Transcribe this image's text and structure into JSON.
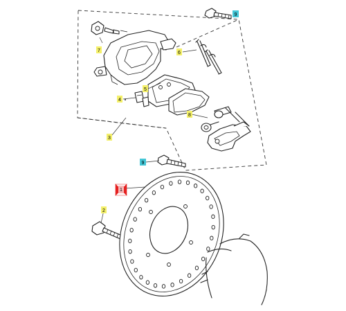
{
  "callouts": [
    {
      "id": "c1",
      "label": "1",
      "color": "#f8b8b8"
    },
    {
      "id": "c2",
      "label": "2",
      "color": "#f4f06a"
    },
    {
      "id": "c3",
      "label": "3",
      "color": "#f4f06a"
    },
    {
      "id": "c4",
      "label": "4",
      "color": "#f4f06a"
    },
    {
      "id": "c5",
      "label": "5",
      "color": "#f4f06a"
    },
    {
      "id": "c6",
      "label": "6",
      "color": "#f4f06a"
    },
    {
      "id": "c7",
      "label": "7",
      "color": "#f4f06a"
    },
    {
      "id": "c8",
      "label": "8",
      "color": "#f4f06a"
    },
    {
      "id": "c9a",
      "label": "9",
      "color": "#43c6d6"
    },
    {
      "id": "c9b",
      "label": "9",
      "color": "#43c6d6"
    }
  ],
  "marker_color": "#e52020"
}
